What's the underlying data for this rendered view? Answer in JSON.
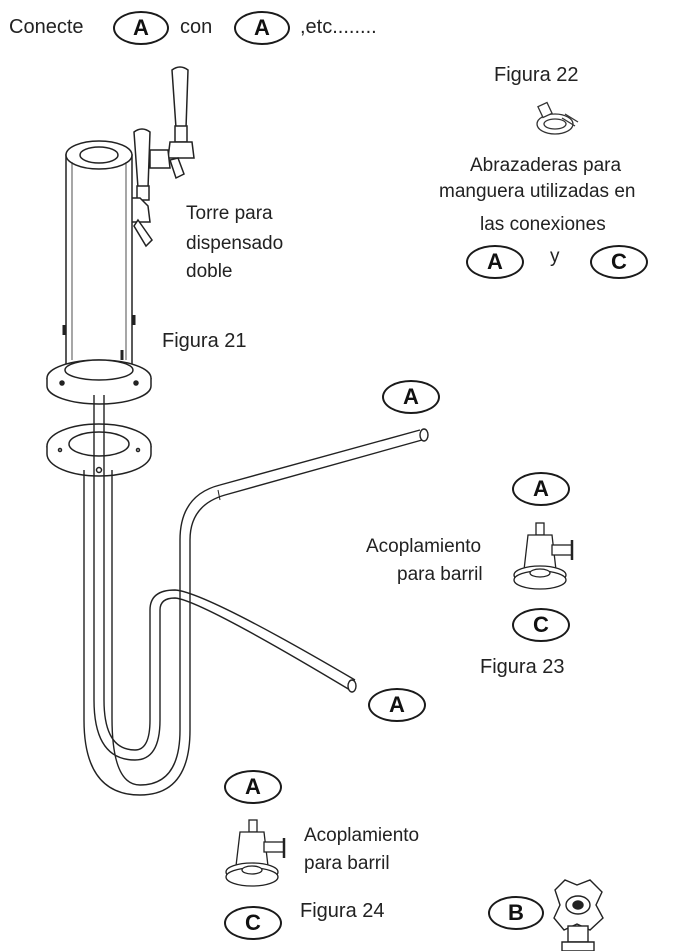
{
  "header": {
    "word_connect": "Conecte",
    "badge_a1": "A",
    "word_with": "con",
    "badge_a2": "A",
    "word_etc": ",etc........"
  },
  "figure22": {
    "title": "Figura 22",
    "caption_lines": [
      "Abrazaderas para",
      "manguera utilizadas en",
      "las conexiones"
    ],
    "badge_left": "A",
    "joiner": "y",
    "badge_right": "C"
  },
  "figure21": {
    "tower_label_lines": [
      "Torre para",
      "dispensado",
      "doble"
    ],
    "title": "Figura 21",
    "hose_top_badge": "A",
    "hose_bottom_badge": "A"
  },
  "figure23": {
    "badge_top": "A",
    "coupler_label_lines": [
      "Acoplamiento",
      "para barril"
    ],
    "badge_bottom": "C",
    "title": "Figura 23"
  },
  "figure24": {
    "badge_top": "A",
    "coupler_label_lines": [
      "Acoplamiento",
      "para barril"
    ],
    "badge_bottom": "C",
    "title": "Figura 24",
    "valve_badge": "B"
  }
}
